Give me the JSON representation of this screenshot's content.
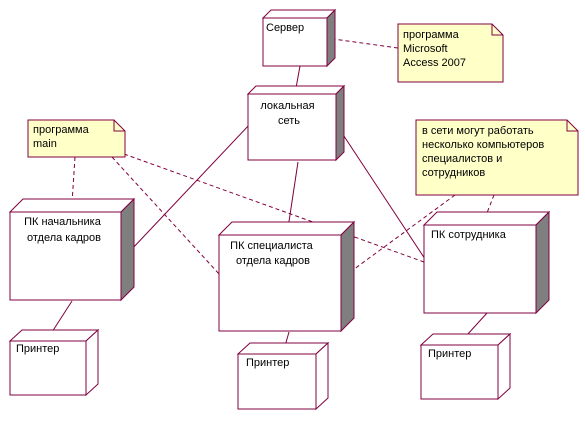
{
  "colors": {
    "line": "#800040",
    "shade": "#7f7f7f",
    "top": "#ffffff",
    "note_fill": "#ffffc8",
    "note_border": "#800040"
  },
  "nodes": {
    "server": {
      "lines": [
        "Сервер"
      ]
    },
    "lan": {
      "lines": [
        "локальная",
        "сеть"
      ]
    },
    "pc_head": {
      "lines": [
        "ПК  начальника",
        "отдела кадров"
      ]
    },
    "pc_specialist": {
      "lines": [
        "ПК специалиста",
        "отдела кадров"
      ]
    },
    "pc_employee": {
      "lines": [
        "ПК сотрудника"
      ]
    },
    "printer_1": {
      "lines": [
        "Принтер"
      ]
    },
    "printer_2": {
      "lines": [
        "Принтер"
      ]
    },
    "printer_3": {
      "lines": [
        "Принтер"
      ]
    }
  },
  "notes": {
    "access": {
      "lines": [
        "программа",
        "Microsoft",
        "Access 2007"
      ]
    },
    "main": {
      "lines": [
        "программа",
        "main"
      ]
    },
    "network": {
      "lines": [
        "в сети могут работать",
        "несколько компьютеров",
        "специалистов и",
        "сотрудников"
      ]
    }
  }
}
